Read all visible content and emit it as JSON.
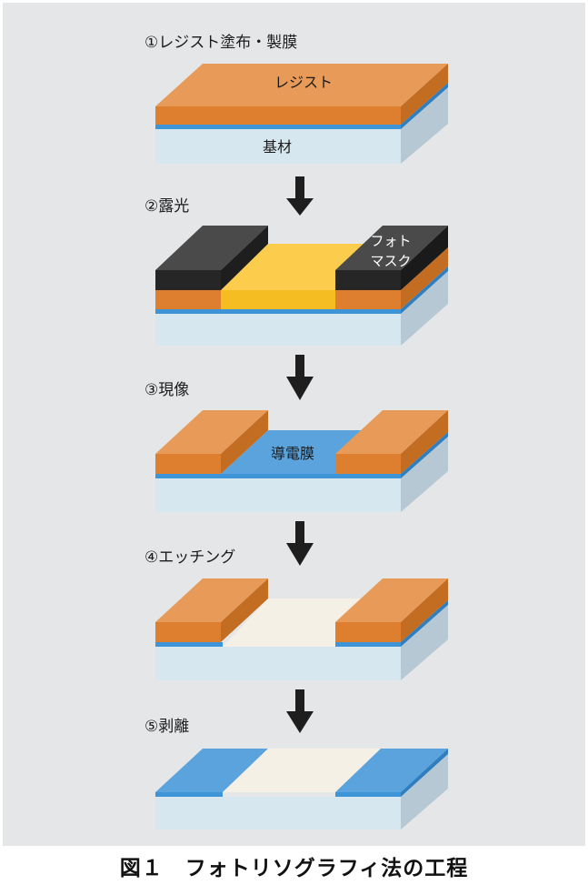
{
  "steps": [
    {
      "label": "①レジスト塗布・製膜"
    },
    {
      "label": "②露光"
    },
    {
      "label": "③現像"
    },
    {
      "label": "④エッチング"
    },
    {
      "label": "⑤剥離"
    }
  ],
  "layer_labels": {
    "resist": "レジスト",
    "substrate": "基材",
    "photomask_line1": "フォト",
    "photomask_line2": "マスク",
    "conductive_film": "導電膜"
  },
  "caption": "図１　フォトリソグラフィ法の工程",
  "colors": {
    "background": "#e5e6e8",
    "resist": "#e08a3a",
    "exposed_resist": "#f7c02a",
    "photomask": "#2a2a2a",
    "conductive_film": "#4a98d8",
    "substrate": "#d6e6ef",
    "etched_surface": "#f4f0e6",
    "arrow": "#1e1e1e"
  }
}
